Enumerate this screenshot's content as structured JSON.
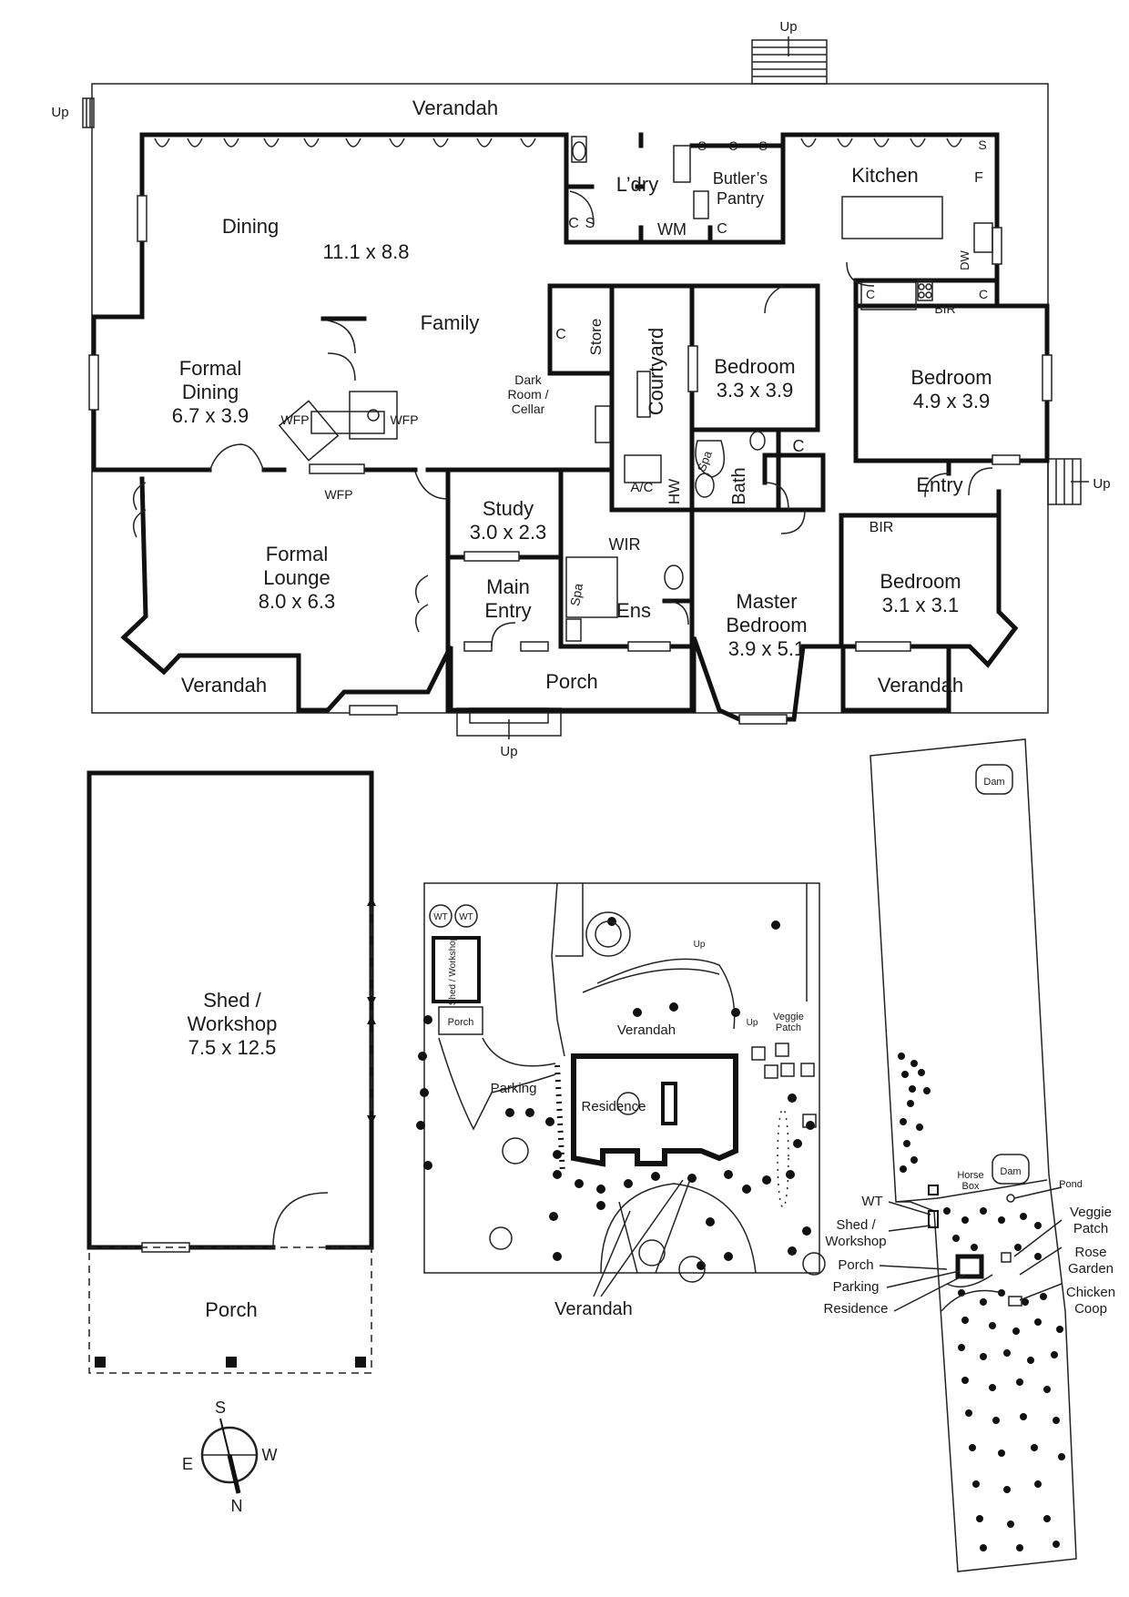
{
  "ground_floor": {
    "up_labels": [
      "Up",
      "Up",
      "Up",
      "Up"
    ],
    "verandah_top": "Verandah",
    "dining": {
      "name": "Dining",
      "dims": "11.1 x 8.8"
    },
    "family": "Family",
    "formal_dining": {
      "line1": "Formal",
      "line2": "Dining",
      "dims": "6.7 x 3.9"
    },
    "wfp": [
      "WFP",
      "WFP",
      "WFP"
    ],
    "laundry": "L’dry",
    "wm": "WM",
    "butlers_pantry": {
      "line1": "Butler’s",
      "line2": "Pantry"
    },
    "kitchen": "Kitchen",
    "fridge": "F",
    "dw": "DW",
    "cupboards": [
      "S",
      "C",
      "S",
      "C",
      "S",
      "C",
      "C",
      "C",
      "S",
      "C"
    ],
    "bir": [
      "BIR",
      "BIR"
    ],
    "store": "Store",
    "dark_room": {
      "line1": "Dark",
      "line2": "Room /",
      "line3": "Cellar"
    },
    "courtyard": "Courtyard",
    "bedroom2": {
      "name": "Bedroom",
      "dims": "3.3 x 3.9"
    },
    "bedroom3": {
      "name": "Bedroom",
      "dims": "4.9 x 3.9"
    },
    "bedroom4": {
      "name": "Bedroom",
      "dims": "3.1 x 3.1"
    },
    "entry": "Entry",
    "bath": "Bath",
    "spa": [
      "Spa",
      "Spa"
    ],
    "hw": "HW",
    "ac": "A/C",
    "study": {
      "name": "Study",
      "dims": "3.0 x 2.3"
    },
    "wir": "WIR",
    "main_entry": {
      "line1": "Main",
      "line2": "Entry"
    },
    "ens": "Ens",
    "master": {
      "line1": "Master",
      "line2": "Bedroom",
      "dims": "3.9 x 5.1"
    },
    "formal_lounge": {
      "line1": "Formal",
      "line2": "Lounge",
      "dims": "8.0 x 6.3"
    },
    "porch": "Porch",
    "verandah_left": "Verandah",
    "verandah_right": "Verandah"
  },
  "shed": {
    "line1": "Shed /",
    "line2": "Workshop",
    "dims": "7.5 x 12.5",
    "porch": "Porch"
  },
  "compass": {
    "s": "S",
    "w": "W",
    "e": "E",
    "n": "N"
  },
  "site_plan": {
    "wt": [
      "WT",
      "WT"
    ],
    "shed_label": "Shed / Workshop",
    "porch": "Porch",
    "up": [
      "Up",
      "Up"
    ],
    "verandah": "Verandah",
    "veggie_patch": {
      "line1": "Veggie",
      "line2": "Patch"
    },
    "parking": "Parking",
    "residence": "Residence",
    "verandah_bottom": "Verandah"
  },
  "land_plan": {
    "dam1": "Dam",
    "dam2": "Dam",
    "horse_box": {
      "line1": "Horse",
      "line2": "Box"
    },
    "pond": "Pond",
    "legend_left": [
      "WT",
      "Shed /",
      "Workshop",
      "Porch",
      "Parking",
      "Residence"
    ],
    "legend_right": [
      "Veggie",
      "Patch",
      "Rose",
      "Garden",
      "Chicken",
      "Coop"
    ]
  }
}
